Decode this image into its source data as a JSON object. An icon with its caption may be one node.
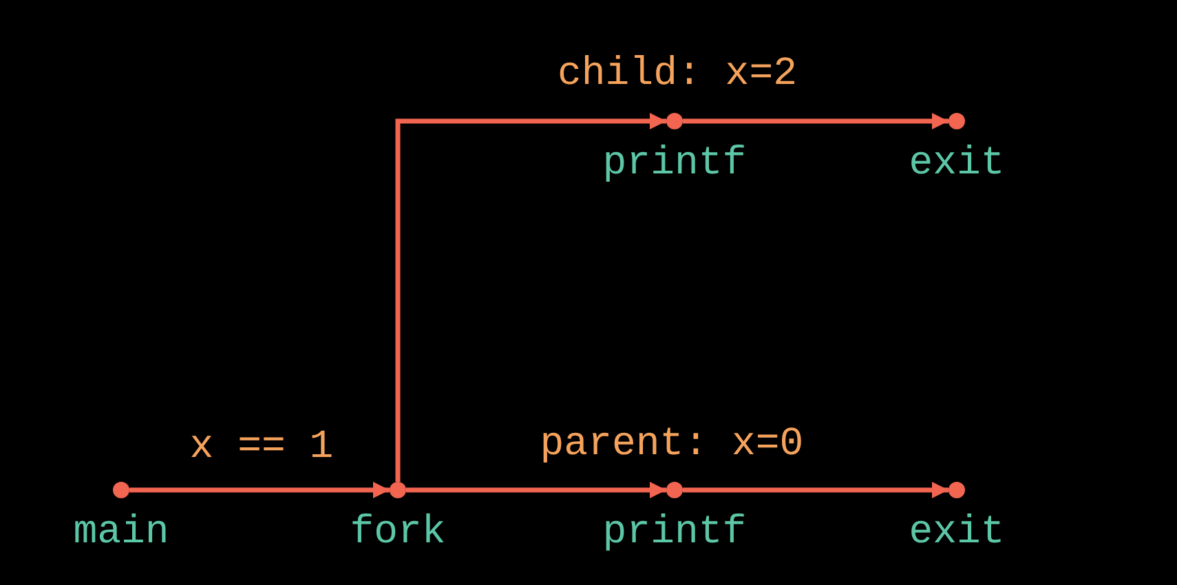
{
  "diagram": {
    "nodes": [
      {
        "text": [
          "main"
        ]
      },
      {
        "text": [
          "fork"
        ]
      },
      {
        "text": [
          "printf"
        ]
      },
      {
        "text": [
          "exit"
        ]
      },
      {
        "text": [
          "printf"
        ]
      },
      {
        "text": [
          "exit"
        ]
      }
    ],
    "edges": [
      {
        "from": 0,
        "to": 1,
        "arrow": "to",
        "label": "x == 1"
      },
      {
        "from": 1,
        "to": 2,
        "arrow": "to",
        "label": "parent: x=0"
      },
      {
        "from": 2,
        "to": 3,
        "arrow": "to"
      },
      {
        "from": 1,
        "to": 4,
        "arrow": "to",
        "label": "child: x=2"
      },
      {
        "from": 4,
        "to": 5,
        "arrow": "to"
      }
    ]
  }
}
